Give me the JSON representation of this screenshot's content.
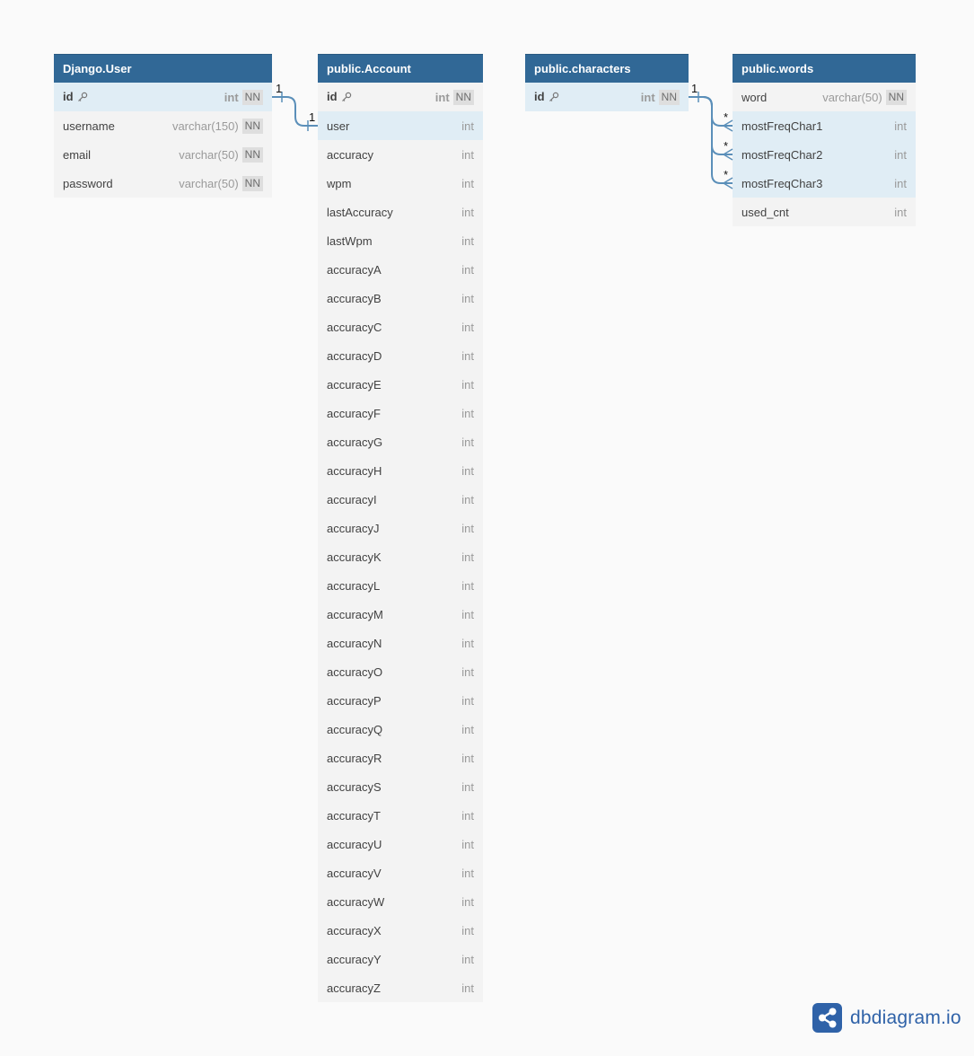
{
  "tables": [
    {
      "name": "Django.User",
      "fields": [
        {
          "name": "id",
          "type": "int",
          "nn": "NN",
          "pk": true,
          "highlight": true
        },
        {
          "name": "username",
          "type": "varchar(150)",
          "nn": "NN"
        },
        {
          "name": "email",
          "type": "varchar(50)",
          "nn": "NN"
        },
        {
          "name": "password",
          "type": "varchar(50)",
          "nn": "NN"
        }
      ]
    },
    {
      "name": "public.Account",
      "fields": [
        {
          "name": "id",
          "type": "int",
          "nn": "NN",
          "pk": true
        },
        {
          "name": "user",
          "type": "int",
          "highlight": true
        },
        {
          "name": "accuracy",
          "type": "int"
        },
        {
          "name": "wpm",
          "type": "int"
        },
        {
          "name": "lastAccuracy",
          "type": "int"
        },
        {
          "name": "lastWpm",
          "type": "int"
        },
        {
          "name": "accuracyA",
          "type": "int"
        },
        {
          "name": "accuracyB",
          "type": "int"
        },
        {
          "name": "accuracyC",
          "type": "int"
        },
        {
          "name": "accuracyD",
          "type": "int"
        },
        {
          "name": "accuracyE",
          "type": "int"
        },
        {
          "name": "accuracyF",
          "type": "int"
        },
        {
          "name": "accuracyG",
          "type": "int"
        },
        {
          "name": "accuracyH",
          "type": "int"
        },
        {
          "name": "accuracyI",
          "type": "int"
        },
        {
          "name": "accuracyJ",
          "type": "int"
        },
        {
          "name": "accuracyK",
          "type": "int"
        },
        {
          "name": "accuracyL",
          "type": "int"
        },
        {
          "name": "accuracyM",
          "type": "int"
        },
        {
          "name": "accuracyN",
          "type": "int"
        },
        {
          "name": "accuracyO",
          "type": "int"
        },
        {
          "name": "accuracyP",
          "type": "int"
        },
        {
          "name": "accuracyQ",
          "type": "int"
        },
        {
          "name": "accuracyR",
          "type": "int"
        },
        {
          "name": "accuracyS",
          "type": "int"
        },
        {
          "name": "accuracyT",
          "type": "int"
        },
        {
          "name": "accuracyU",
          "type": "int"
        },
        {
          "name": "accuracyV",
          "type": "int"
        },
        {
          "name": "accuracyW",
          "type": "int"
        },
        {
          "name": "accuracyX",
          "type": "int"
        },
        {
          "name": "accuracyY",
          "type": "int"
        },
        {
          "name": "accuracyZ",
          "type": "int"
        }
      ]
    },
    {
      "name": "public.characters",
      "fields": [
        {
          "name": "id",
          "type": "int",
          "nn": "NN",
          "pk": true,
          "highlight": true
        }
      ]
    },
    {
      "name": "public.words",
      "fields": [
        {
          "name": "word",
          "type": "varchar(50)",
          "nn": "NN"
        },
        {
          "name": "mostFreqChar1",
          "type": "int",
          "highlight": true
        },
        {
          "name": "mostFreqChar2",
          "type": "int",
          "highlight": true
        },
        {
          "name": "mostFreqChar3",
          "type": "int",
          "highlight": true
        },
        {
          "name": "used_cnt",
          "type": "int"
        }
      ]
    }
  ],
  "relations": [
    {
      "from": "Django.User.id",
      "to": "public.Account.user",
      "from_card": "1",
      "to_card": "1"
    },
    {
      "from": "public.characters.id",
      "to": "public.words.mostFreqChar1",
      "from_card": "1",
      "to_card": "*"
    },
    {
      "from": "public.characters.id",
      "to": "public.words.mostFreqChar2",
      "from_card": "1",
      "to_card": "*"
    },
    {
      "from": "public.characters.id",
      "to": "public.words.mostFreqChar3",
      "from_card": "1",
      "to_card": "*"
    }
  ],
  "colors": {
    "header": "#316896",
    "highlight": "#e0edf5",
    "relation_line": "#5b8fb9"
  },
  "brand": {
    "text": "dbdiagram.io",
    "logo_icon": "share-nodes-icon"
  }
}
